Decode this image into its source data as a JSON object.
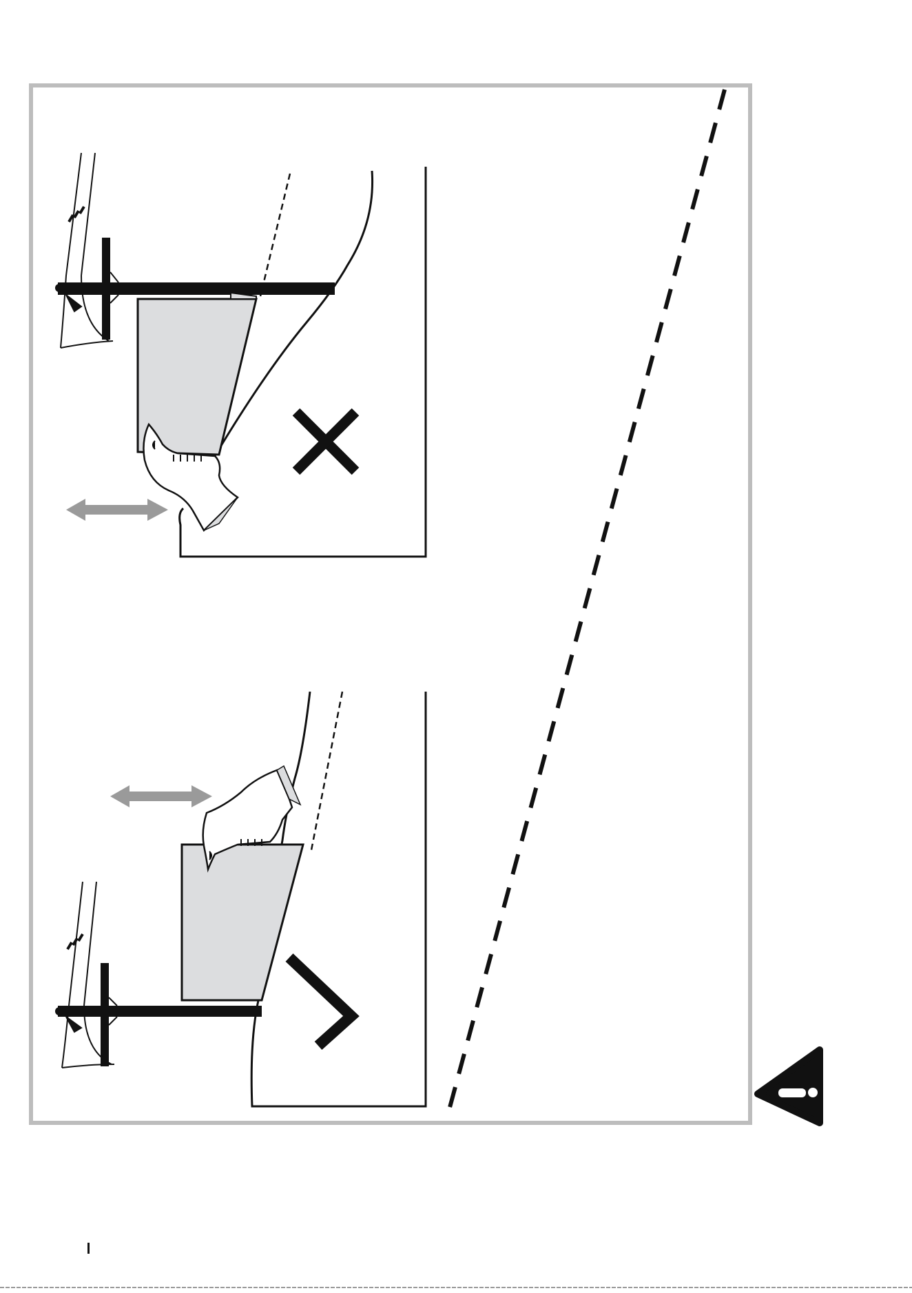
{
  "document": {
    "type": "instruction-illustration",
    "panels": [
      {
        "id": "incorrect",
        "verdict": "incorrect",
        "mark": "cross-icon"
      },
      {
        "id": "correct",
        "verdict": "correct",
        "mark": "check-icon"
      }
    ],
    "warning": {
      "icon": "warning-triangle-icon"
    }
  },
  "colors": {
    "frame": "#bdbdbd",
    "ink": "#111111",
    "arrow": "#9a9a9a",
    "fabric_fill": "#dcdddf"
  }
}
